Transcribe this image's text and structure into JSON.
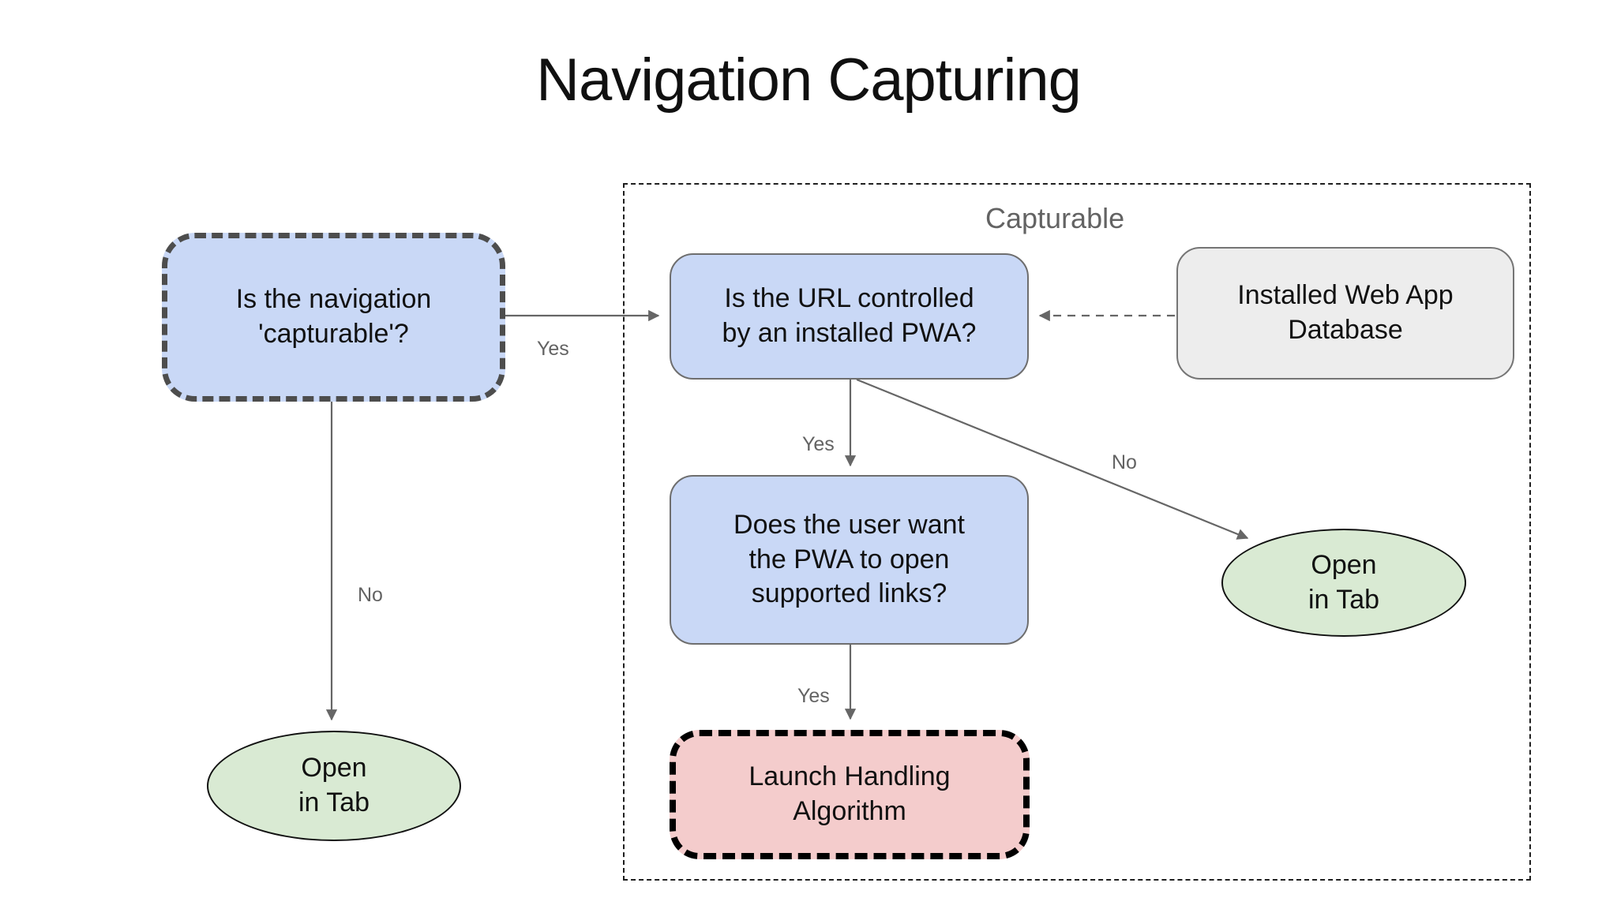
{
  "title": "Navigation Capturing",
  "group": {
    "label": "Capturable"
  },
  "nodes": {
    "is_capturable": "Is the navigation\n'capturable'?",
    "url_controlled": "Is the URL controlled\nby an installed PWA?",
    "installed_db": "Installed Web App\nDatabase",
    "user_wants": "Does the user want\nthe PWA to open\nsupported links?",
    "launch_handling": "Launch Handling\nAlgorithm",
    "open_in_tab_left": "Open\nin Tab",
    "open_in_tab_right": "Open\nin Tab"
  },
  "edge_labels": {
    "capturable_yes": "Yes",
    "capturable_no": "No",
    "controlled_yes": "Yes",
    "controlled_no": "No",
    "user_wants_yes": "Yes"
  },
  "colors": {
    "question_blue": "#c9d8f6",
    "terminal_green": "#d9ead3",
    "process_pink": "#f4cccc",
    "database_gray": "#ededed",
    "edge_gray": "#666666",
    "label_gray": "#636363",
    "dashed_dark": "#4d4d4d",
    "text_black": "#111111"
  }
}
